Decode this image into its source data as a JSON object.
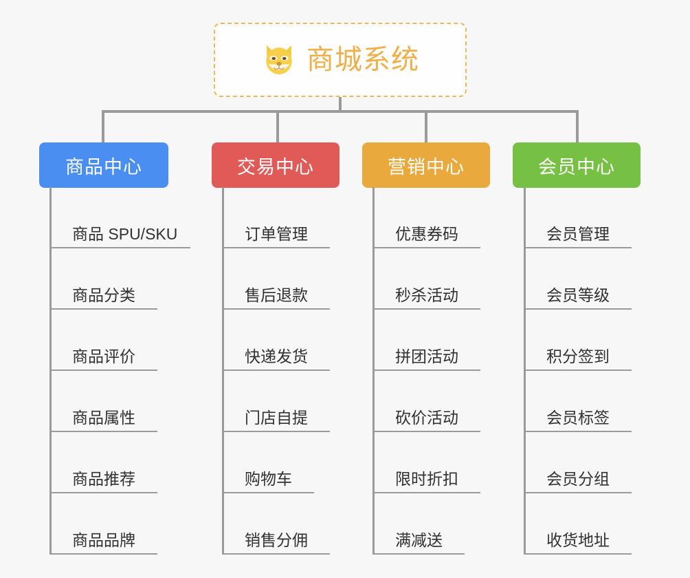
{
  "diagram": {
    "background_color": "#f7f7f7",
    "connector_color": "#9a9a9a",
    "root": {
      "title": "商城系统",
      "icon": "shiba-dog-face-icon",
      "text_color": "#eeb04a",
      "border_color": "#edb95e",
      "fill_color": "#fefefe"
    },
    "branches": [
      {
        "label": "商品中心",
        "color": "#4a8ef1",
        "items": [
          "商品 SPU/SKU",
          "商品分类",
          "商品评价",
          "商品属性",
          "商品推荐",
          "商品品牌"
        ]
      },
      {
        "label": "交易中心",
        "color": "#e05b58",
        "items": [
          "订单管理",
          "售后退款",
          "快递发货",
          "门店自提",
          "购物车",
          "销售分佣"
        ]
      },
      {
        "label": "营销中心",
        "color": "#e9a93c",
        "items": [
          "优惠券码",
          "秒杀活动",
          "拼团活动",
          "砍价活动",
          "限时折扣",
          "满减送"
        ]
      },
      {
        "label": "会员中心",
        "color": "#76c044",
        "items": [
          "会员管理",
          "会员等级",
          "积分签到",
          "会员标签",
          "会员分组",
          "收货地址"
        ]
      }
    ]
  }
}
